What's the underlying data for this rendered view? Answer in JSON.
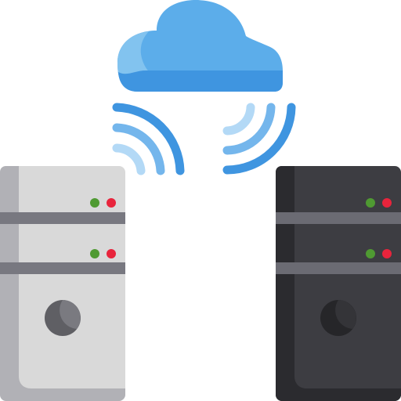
{
  "illustration": {
    "elements": [
      {
        "name": "cloud-icon",
        "kind": "cloud"
      },
      {
        "name": "wifi-signal-left-icon",
        "kind": "wireless-signal"
      },
      {
        "name": "wifi-signal-right-icon",
        "kind": "wireless-signal"
      },
      {
        "name": "server-tower-light",
        "kind": "server",
        "theme": "light",
        "drive_bays": 2,
        "status_leds": [
          "green",
          "red"
        ]
      },
      {
        "name": "server-tower-dark",
        "kind": "server",
        "theme": "dark",
        "drive_bays": 2,
        "status_leds": [
          "green",
          "red"
        ]
      }
    ]
  },
  "colors": {
    "cloud_light": "#8cc8f0",
    "cloud_mid": "#5cadea",
    "cloud_dark": "#3f95e0",
    "signal_outer": "#3f95e0",
    "signal_middle": "#74b6ec",
    "signal_inner": "#b3d9f6",
    "light_server_body": "#d9d9d9",
    "light_server_shade": "#b1b1b6",
    "light_server_bay": "#787880",
    "light_server_button": "#5f5f64",
    "light_server_button_hl": "#7a7a80",
    "dark_server_body": "#3d3d42",
    "dark_server_shade": "#2b2b2f",
    "dark_server_bay": "#6b6b73",
    "dark_server_button": "#262629",
    "dark_server_button_hl": "#343438",
    "led_green": "#4f9a32",
    "led_red": "#e8243c"
  }
}
